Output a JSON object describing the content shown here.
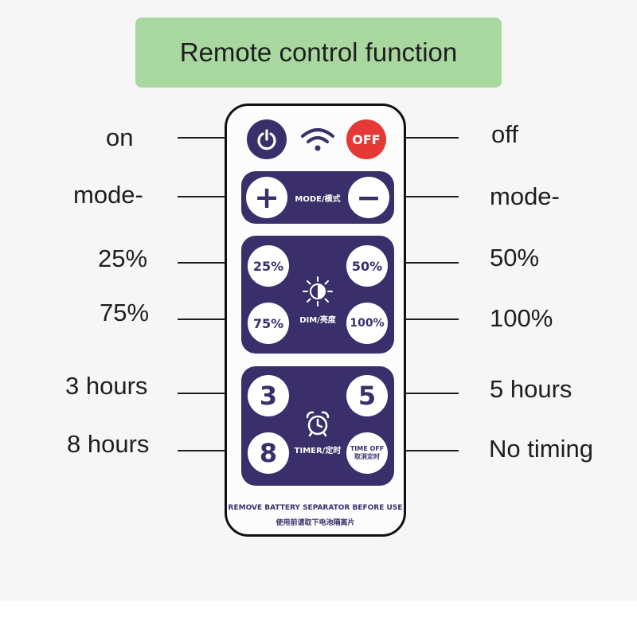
{
  "banner": {
    "title": "Remote control function"
  },
  "labels": {
    "on": "on",
    "off": "off",
    "mode_left": "mode-",
    "mode_right": "mode-",
    "p25": "25%",
    "p50": "50%",
    "p75": "75%",
    "p100": "100%",
    "h3": "3 hours",
    "h5": "5 hours",
    "h8": "8 hours",
    "no_timing": "No timing"
  },
  "remote": {
    "off_button": "OFF",
    "mode_text": "MODE/模式",
    "dim_text": "DIM/亮度",
    "b25": "25%",
    "b50": "50%",
    "b75": "75%",
    "b100": "100%",
    "t3": "3",
    "t5": "5",
    "t8": "8",
    "timer_text": "TIMER/定时",
    "timeoff_line1": "TIME OFF",
    "timeoff_line2": "取消定时",
    "footer_en": "REMOVE BATTERY SEPARATOR BEFORE USE",
    "footer_cn": "使用前请取下电池隔离片"
  },
  "colors": {
    "banner": "#a8d8a0",
    "panel": "#3b2f6b",
    "off_red": "#e53935"
  }
}
